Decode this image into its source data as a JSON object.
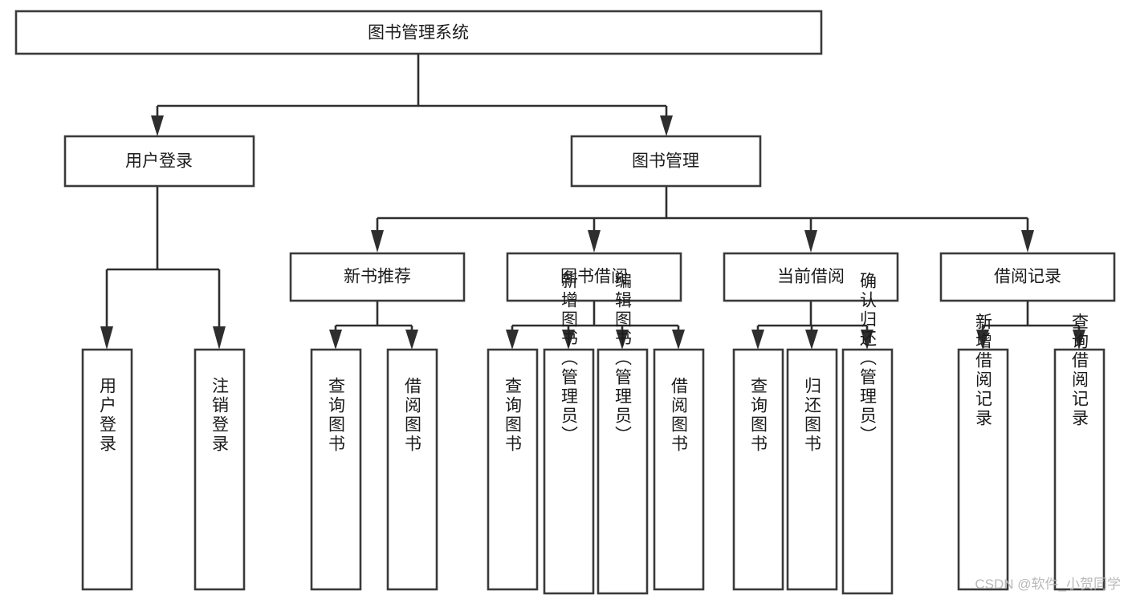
{
  "diagram": {
    "type": "tree-hierarchy",
    "root": {
      "id": "root",
      "label": "图书管理系统"
    },
    "level2": [
      {
        "id": "user-login",
        "label": "用户登录"
      },
      {
        "id": "book-management",
        "label": "图书管理"
      }
    ],
    "level3": [
      {
        "id": "new-book-recommend",
        "label": "新书推荐",
        "parent": "book-management"
      },
      {
        "id": "book-borrow",
        "label": "图书借阅",
        "parent": "book-management"
      },
      {
        "id": "current-borrow",
        "label": "当前借阅",
        "parent": "book-management"
      },
      {
        "id": "borrow-record",
        "label": "借阅记录",
        "parent": "book-management"
      }
    ],
    "leaves": {
      "user-login": [
        {
          "id": "leaf-user-login",
          "label": "用户登录"
        },
        {
          "id": "leaf-logout-login",
          "label": "注销登录"
        }
      ],
      "new-book-recommend": [
        {
          "id": "leaf-query-book-1",
          "label": "查询图书"
        },
        {
          "id": "leaf-borrow-book-1",
          "label": "借阅图书"
        }
      ],
      "book-borrow": [
        {
          "id": "leaf-query-book-2",
          "label": "查询图书"
        },
        {
          "id": "leaf-add-book",
          "label": "新增图书（管理员）"
        },
        {
          "id": "leaf-edit-book",
          "label": "编辑图书（管理员）"
        },
        {
          "id": "leaf-borrow-book-2",
          "label": "借阅图书"
        }
      ],
      "current-borrow": [
        {
          "id": "leaf-query-book-3",
          "label": "查询图书"
        },
        {
          "id": "leaf-return-book",
          "label": "归还图书"
        },
        {
          "id": "leaf-confirm-return",
          "label": "确认归还（管理员）"
        }
      ],
      "borrow-record": [
        {
          "id": "leaf-add-record",
          "label": "新增借阅记录"
        },
        {
          "id": "leaf-query-record",
          "label": "查询借阅记录"
        }
      ]
    }
  },
  "watermark": {
    "text": "CSDN @软件_小贺同学"
  },
  "colors": {
    "box_stroke": "#3a3a3a",
    "edge": "#2e2e2e",
    "text": "#1b1b1b",
    "background": "#ffffff",
    "watermark": "#b9b9b9"
  }
}
